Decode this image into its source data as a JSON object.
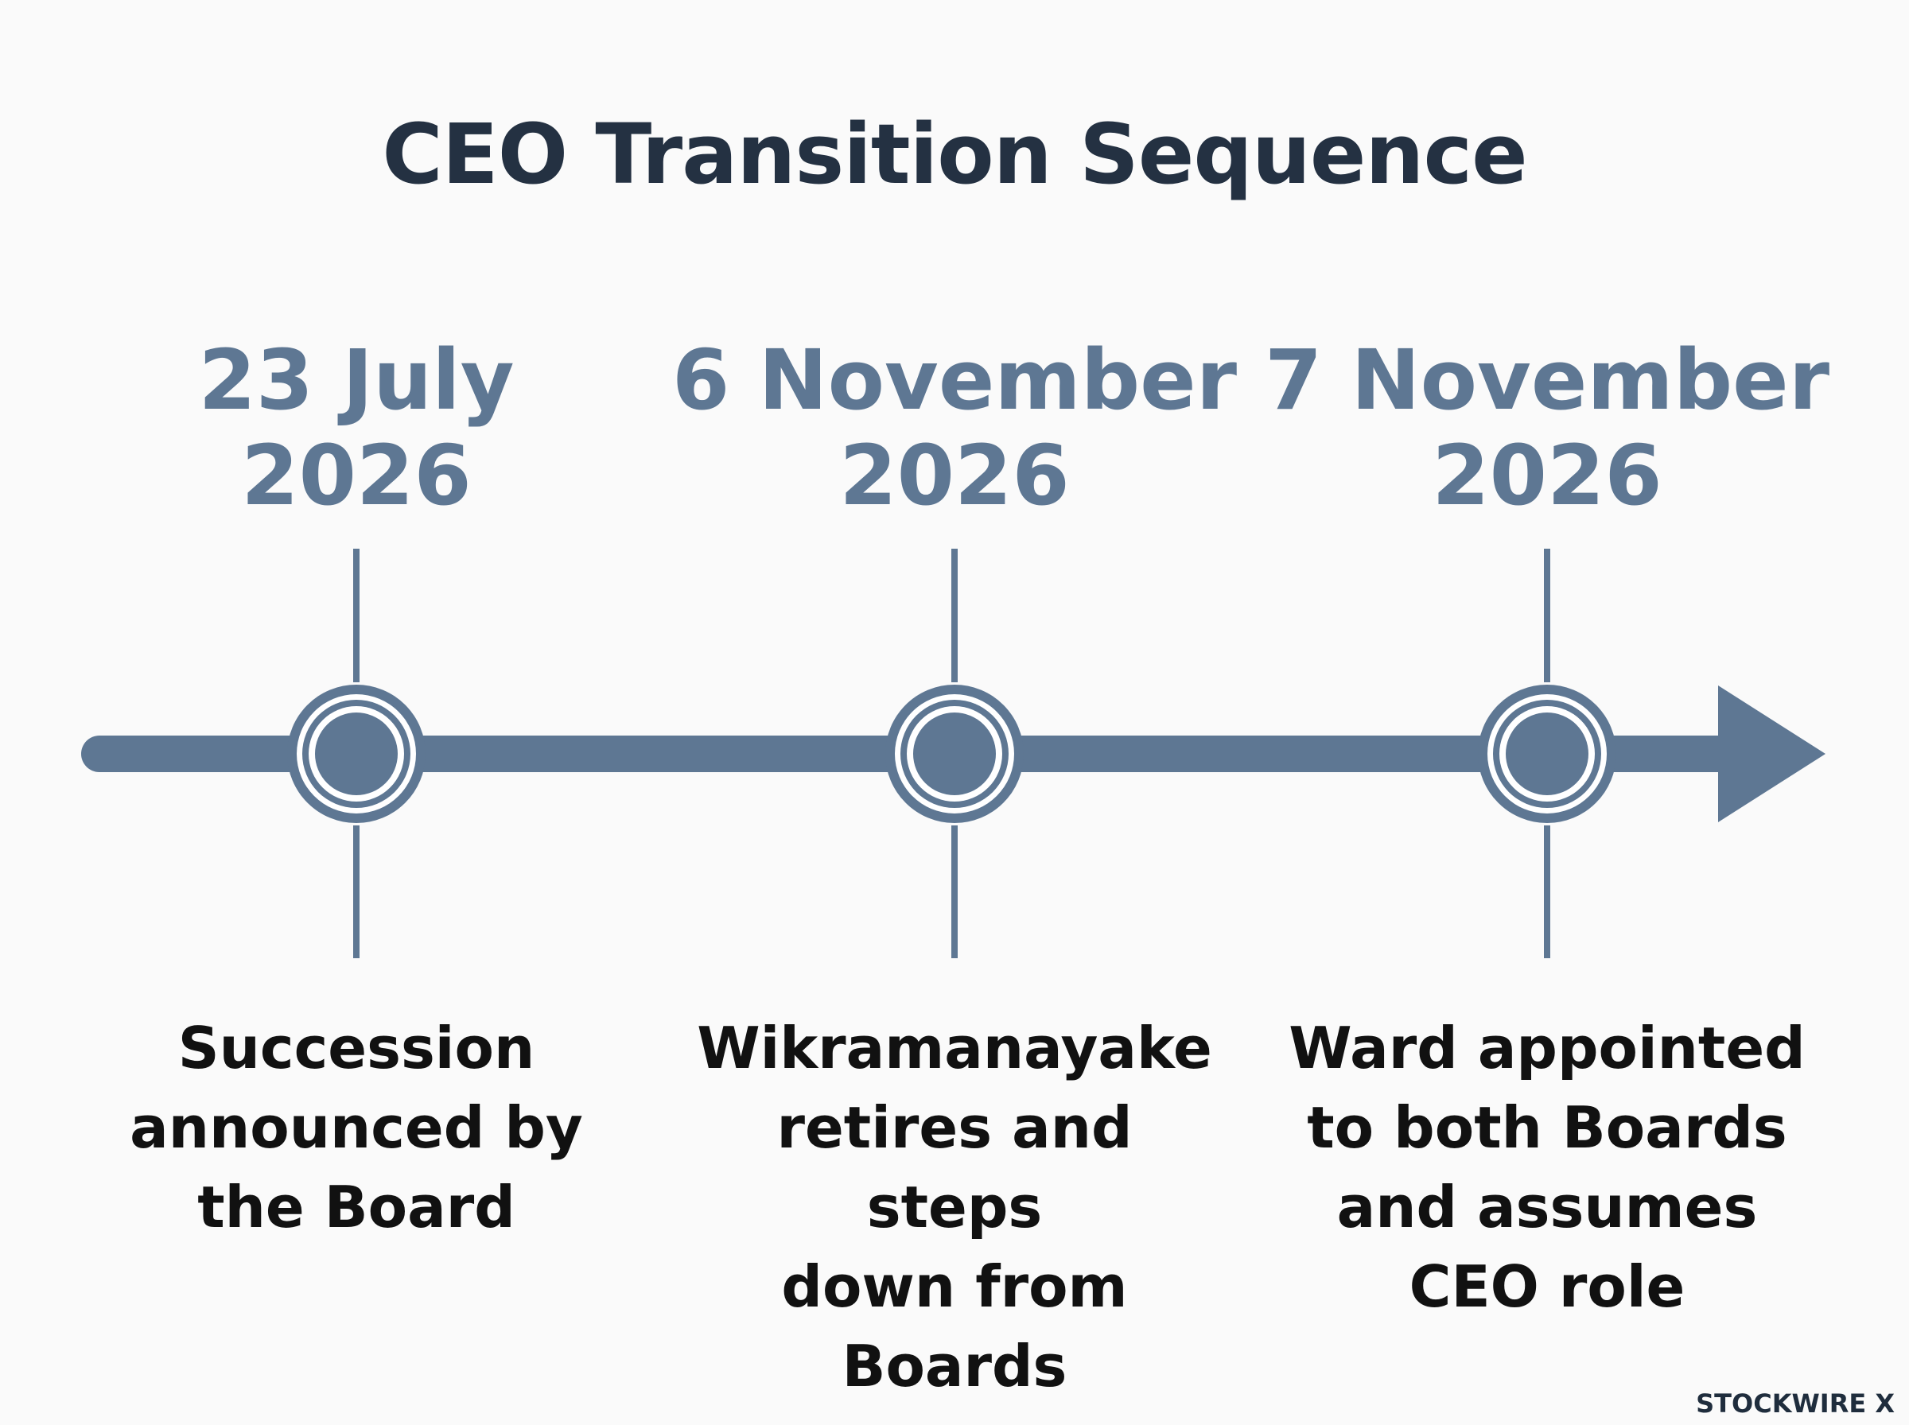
{
  "title": "CEO Transition Sequence",
  "colors": {
    "background": "#fafafa",
    "title": "#243142",
    "accent": "#5e7793",
    "text": "#111111",
    "marker_ring": "#ffffff"
  },
  "milestones": [
    {
      "date_line1": "23 July",
      "date_line2": "2026",
      "description_lines": [
        "Succession",
        "announced by",
        "the Board"
      ]
    },
    {
      "date_line1": "6 November",
      "date_line2": "2026",
      "description_lines": [
        "Wikramanayake",
        "retires and steps",
        "down from",
        "Boards"
      ]
    },
    {
      "date_line1": "7 November",
      "date_line2": "2026",
      "description_lines": [
        "Ward appointed",
        "to both Boards",
        "and assumes",
        "CEO role"
      ]
    }
  ],
  "brand": {
    "label": "STOCKWIRE X"
  }
}
